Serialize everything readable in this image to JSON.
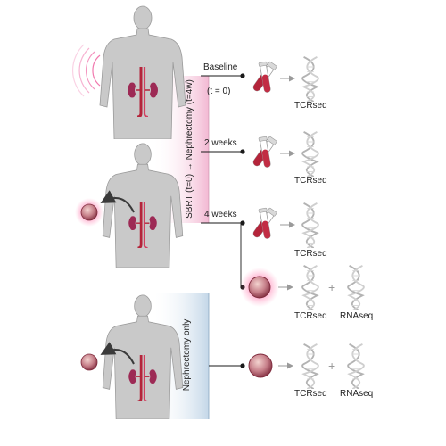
{
  "arms": {
    "sbrt_label": "SBRT (t=0) → Nephrectomy (t=4w)",
    "nephrectomy_label": "Nephrectomy only"
  },
  "timepoints": [
    {
      "label": "Baseline",
      "sublabel": "(t = 0)"
    },
    {
      "label": "2 weeks"
    },
    {
      "label": "4 weeks"
    }
  ],
  "assays": {
    "tcr": "TCRseq",
    "rna": "RNAseq",
    "plus": "+"
  },
  "colors": {
    "body": "#c9c9c9",
    "body_outline": "#9a9a9a",
    "sbrt_band": "#f6c6dc",
    "neph_band": "#c9dbea",
    "blood": "#b4243a",
    "kidney": "#9d2a55",
    "tumor": "#b25a66",
    "dna": "#b3b3b3",
    "glow": "#ff3f8c"
  },
  "icons": [
    "human-body-icon",
    "kidney-icon",
    "radiation-waves-icon",
    "tumor-icon",
    "blood-tube-icon",
    "dna-helix-icon",
    "arrow-icon"
  ]
}
